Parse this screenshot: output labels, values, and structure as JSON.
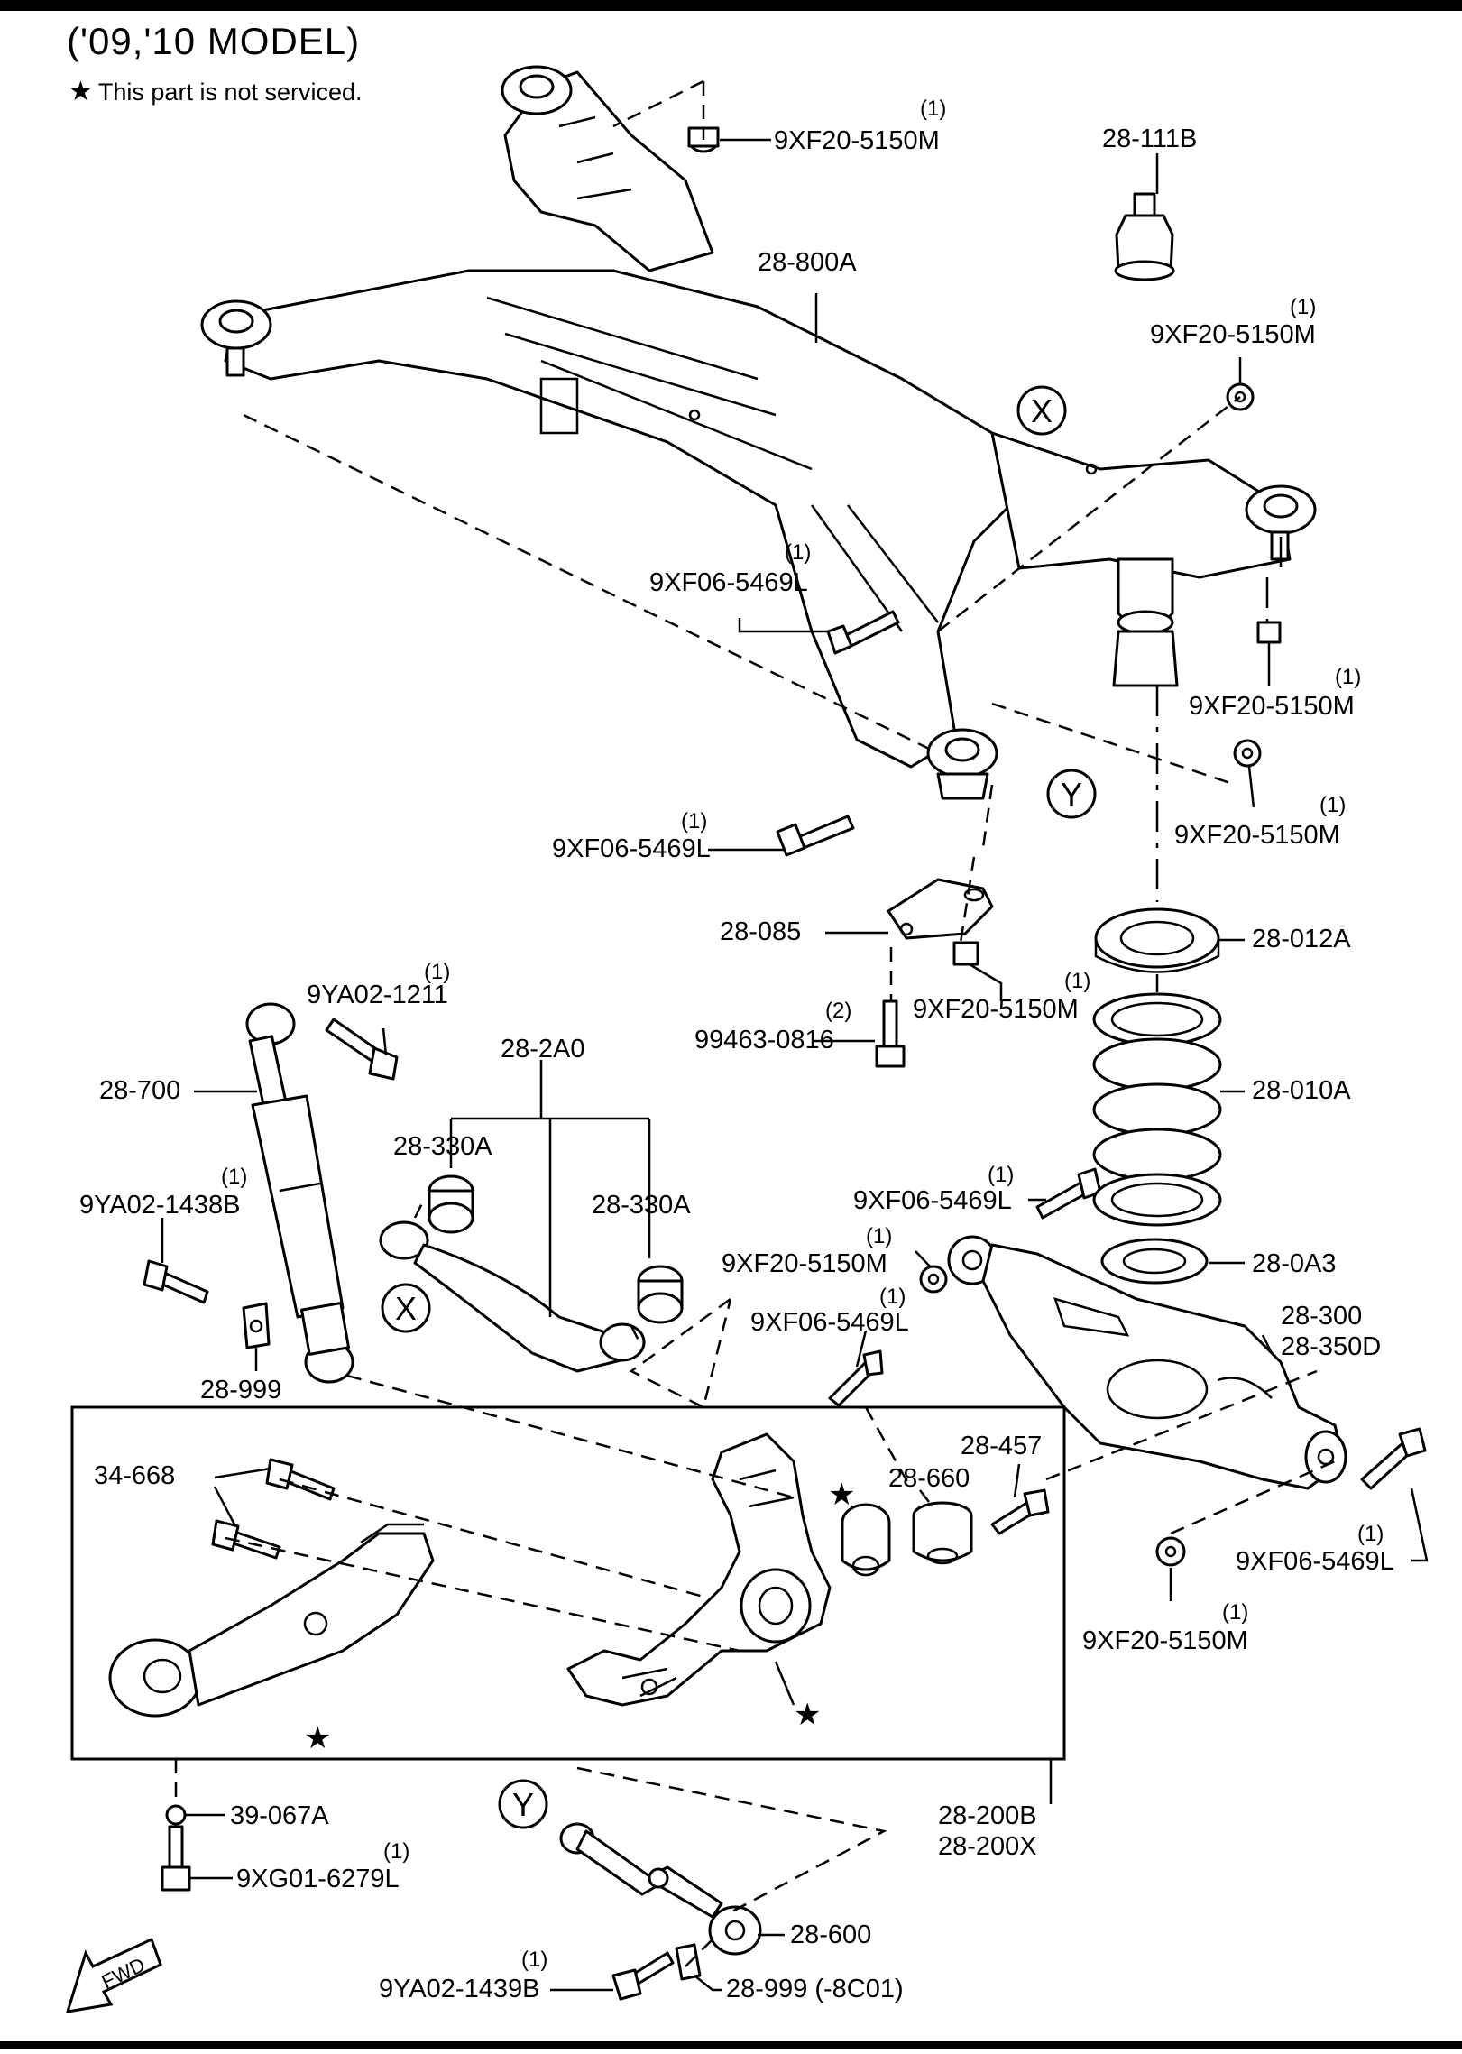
{
  "header": {
    "title": "('09,'10 MODEL)",
    "note_symbol": "★",
    "note": "This part is not serviced."
  },
  "callouts": {
    "c01": {
      "label": "9XF20-5150M",
      "qty": "(1)"
    },
    "c02": {
      "label": "28-111B"
    },
    "c03": {
      "label": "28-800A"
    },
    "c04": {
      "label": "9XF20-5150M",
      "qty": "(1)"
    },
    "c05": {
      "label": "9XF06-5469L",
      "qty": "(1)"
    },
    "c06": {
      "label": "9XF20-5150M",
      "qty": "(1)"
    },
    "c07": {
      "label": "9XF06-5469L",
      "qty": "(1)"
    },
    "c08": {
      "label": "9XF20-5150M",
      "qty": "(1)"
    },
    "c09": {
      "label": "28-085"
    },
    "c10": {
      "label": "28-012A"
    },
    "c11": {
      "label": "9YA02-1211",
      "qty": "(1)"
    },
    "c12": {
      "label": "9XF20-5150M",
      "qty": "(1)"
    },
    "c13": {
      "label": "99463-0816",
      "qty": "(2)"
    },
    "c14": {
      "label": "28-2A0"
    },
    "c15": {
      "label": "28-700"
    },
    "c16": {
      "label": "28-010A"
    },
    "c17": {
      "label": "28-330A"
    },
    "c18": {
      "label": "9YA02-1438B",
      "qty": "(1)"
    },
    "c19": {
      "label": "28-330A"
    },
    "c20": {
      "label": "9XF06-5469L",
      "qty": "(1)"
    },
    "c21": {
      "label": "9XF20-5150M",
      "qty": "(1)"
    },
    "c22": {
      "label": "28-0A3"
    },
    "c23": {
      "label": "9XF06-5469L",
      "qty": "(1)"
    },
    "c24": {
      "label": "28-300"
    },
    "c25": {
      "label": "28-350D"
    },
    "c26": {
      "label": "28-999"
    },
    "c27": {
      "label": "28-457"
    },
    "c28": {
      "label": "34-668"
    },
    "c29": {
      "label": "28-660"
    },
    "c30": {
      "label": "9XF06-5469L",
      "qty": "(1)"
    },
    "c31": {
      "label": "9XF20-5150M",
      "qty": "(1)"
    },
    "c32": {
      "label": "39-067A"
    },
    "c33": {
      "label": "28-200B"
    },
    "c34": {
      "label": "28-200X"
    },
    "c35": {
      "label": "9XG01-6279L",
      "qty": "(1)"
    },
    "c36": {
      "label": "28-600"
    },
    "c37": {
      "label": "9YA02-1439B",
      "qty": "(1)"
    },
    "c38": {
      "label": "28-999 (-8C01)"
    }
  },
  "reference_marks": {
    "x1": "X",
    "y1": "Y",
    "x2": "X",
    "y2": "Y"
  },
  "not_serviced_marks": {
    "s1": "★",
    "s2": "★",
    "s3": "★"
  },
  "fwd_label": "FWD"
}
